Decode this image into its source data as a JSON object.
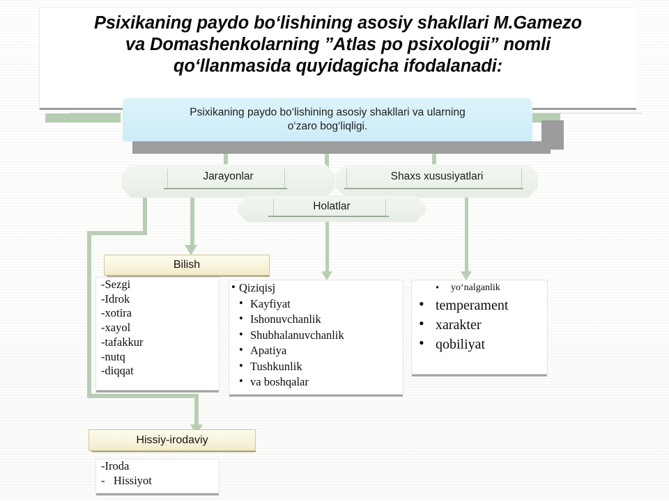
{
  "slide": {
    "title": "Psixikaning paydo bo‘lishining asosiy shakllari M.Gamezo\nva Domashenkolarning ”Atlas po psixologii” nomli\nqo‘llanmasida quyidagicha ifodalanadi:"
  },
  "diagram": {
    "root": {
      "label": "Psixikaning paydo bo‘lishining asosiy shakllari va ularning\no‘zaro bog‘liqligi."
    },
    "categories": [
      {
        "id": "jarayonlar",
        "label": "Jarayonlar"
      },
      {
        "id": "shaxs",
        "label": "Shaxs xususiyatlari"
      },
      {
        "id": "holatlar",
        "label": "Holatlar"
      }
    ],
    "headers": [
      {
        "id": "bilish",
        "label": "Bilish"
      },
      {
        "id": "hissiy-irodaviy",
        "label": "Hissiy-irodaviy"
      }
    ],
    "lists": {
      "bilish": {
        "style": "dash",
        "items": [
          "-Sezgi",
          "-Idrok",
          "-xotira",
          "-xayol",
          "-tafakkur",
          "-nutq",
          "-diqqat"
        ]
      },
      "holatlar": {
        "style": "bullet",
        "bullet": "•",
        "items": [
          "Qiziqisj",
          "Kayfiyat",
          "Ishonuvchanlik",
          "Shubhalanuvchanlik",
          "Apatiya",
          "Tushkunlik",
          "va boshqalar"
        ]
      },
      "shaxs": {
        "style": "bullet",
        "bullet": "•",
        "lead": "yo‘nalganlik",
        "items": [
          "temperament",
          "xarakter",
          "qobiliyat"
        ]
      },
      "hissiy_irodaviy": {
        "style": "dash",
        "items": [
          "-Iroda",
          "-   Hissiyot"
        ]
      }
    }
  },
  "colors": {
    "root_box": "#d4f0fa",
    "category_shape": "#edf2eb",
    "header_box": "#f8f4dd",
    "connector": "#b8ceb4",
    "accent_bar": "#b5cdb1",
    "rule": "#9b9b9b",
    "text": "#0d0d0d"
  }
}
